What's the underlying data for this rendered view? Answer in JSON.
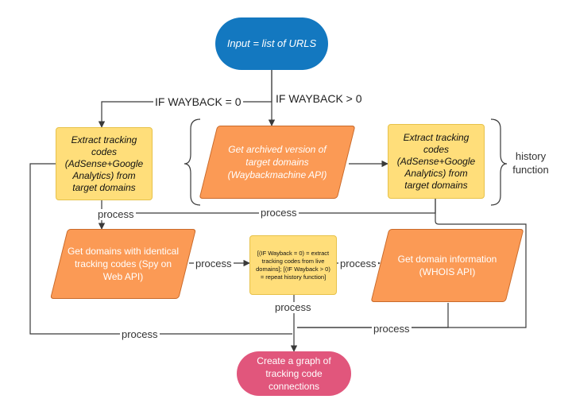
{
  "nodes": {
    "input": "Input = list of URLS",
    "extract_left": "Extract tracking codes (AdSense+Google Analytics) from target domains",
    "archived": "Get archived version of target domains (Waybackmachine API)",
    "extract_right": "Extract tracking codes (AdSense+Google Analytics) from target domains",
    "spyonweb": "Get domains with identical tracking codes (Spy on Web API)",
    "condition": "[(IF Wayback = 0) = extract tracking codes from live domains]; [(IF Wayback > 0) = repeat history function]",
    "whois": "Get domain information (WHOIS API)",
    "graph": "Create a graph of tracking code connections"
  },
  "edge_labels": {
    "wayback_zero": "IF WAYBACK = 0",
    "wayback_positive": "IF WAYBACK > 0",
    "process_left": "process",
    "process_right": "process",
    "process_spy": "process",
    "process_cond": "process",
    "process_cond_down": "process",
    "process_bottom_left": "process",
    "process_bottom_right": "process"
  },
  "history_label": "history function",
  "colors": {
    "blue": "#1378c0",
    "orange": "#fb9a55",
    "yellow": "#ffde7a",
    "pink": "#e1567c",
    "line": "#3a3a3a"
  }
}
